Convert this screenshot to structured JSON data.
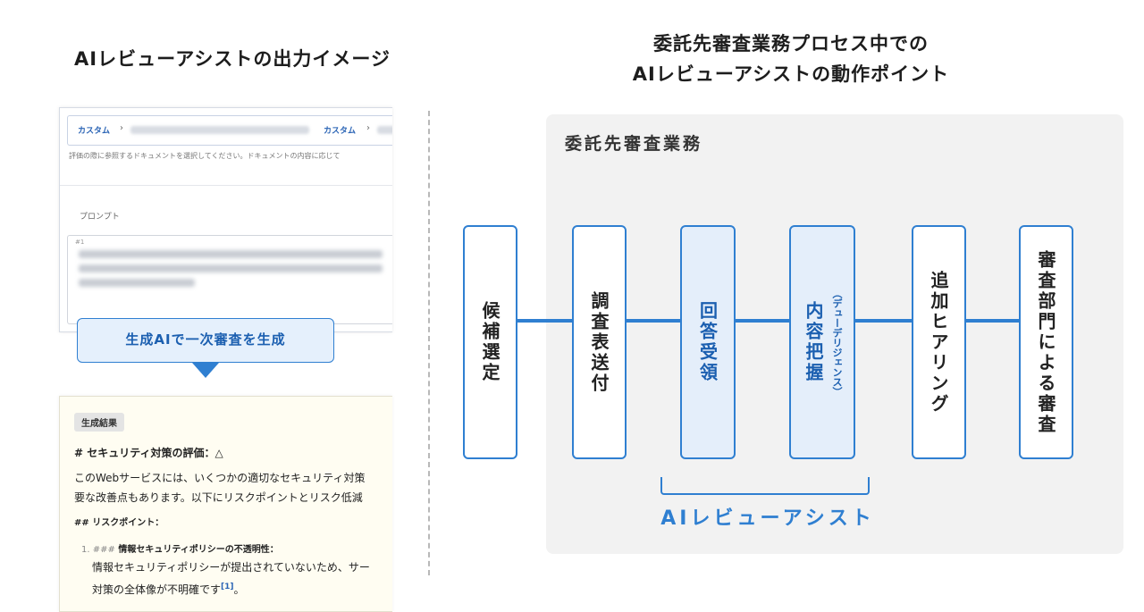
{
  "left": {
    "title": "AIレビューアシストの出力イメージ",
    "card1": {
      "breadcrumb_1": "カスタム",
      "breadcrumb_sep": "›",
      "breadcrumb_2": "カスタム",
      "description": "評価の際に参照するドキュメントを選択してください。ドキュメントの内容に応じて",
      "prompt_label": "プロンプト",
      "prompt_index": "#1"
    },
    "generate_button": "生成AIで一次審査を生成",
    "card2": {
      "badge": "生成結果",
      "heading": "# セキュリティ対策の評価：△",
      "para_line1": "このWebサービスには、いくつかの適切なセキュリティ対策",
      "para_line2": "要な改善点もあります。以下にリスクポイントとリスク低減",
      "subheading": "## リスクポイント：",
      "item_prefix": "1. ###",
      "item_title": "情報セキュリティポリシーの不透明性：",
      "item_line1": "情報セキュリティポリシーが提出されていないため、サー",
      "item_line2": "対策の全体像が不明確です",
      "item_ref": "[1]",
      "item_end": "。"
    }
  },
  "right": {
    "title_line1": "委託先審査業務プロセス中での",
    "title_line2": "AIレビューアシストの動作ポイント",
    "panel_title": "委託先審査業務",
    "steps": [
      {
        "label": "候補選定",
        "sub": ""
      },
      {
        "label": "調査表送付",
        "sub": ""
      },
      {
        "label": "回答受領",
        "sub": ""
      },
      {
        "label": "内容把握",
        "sub": "（デューデリジェンス）"
      },
      {
        "label": "追加ヒアリング",
        "sub": ""
      },
      {
        "label": "審査部門による審査",
        "sub": ""
      }
    ],
    "ai_label": "AIレビューアシスト",
    "accent_color": "#2f7fd1",
    "highlight_color": "#e4eefa"
  }
}
